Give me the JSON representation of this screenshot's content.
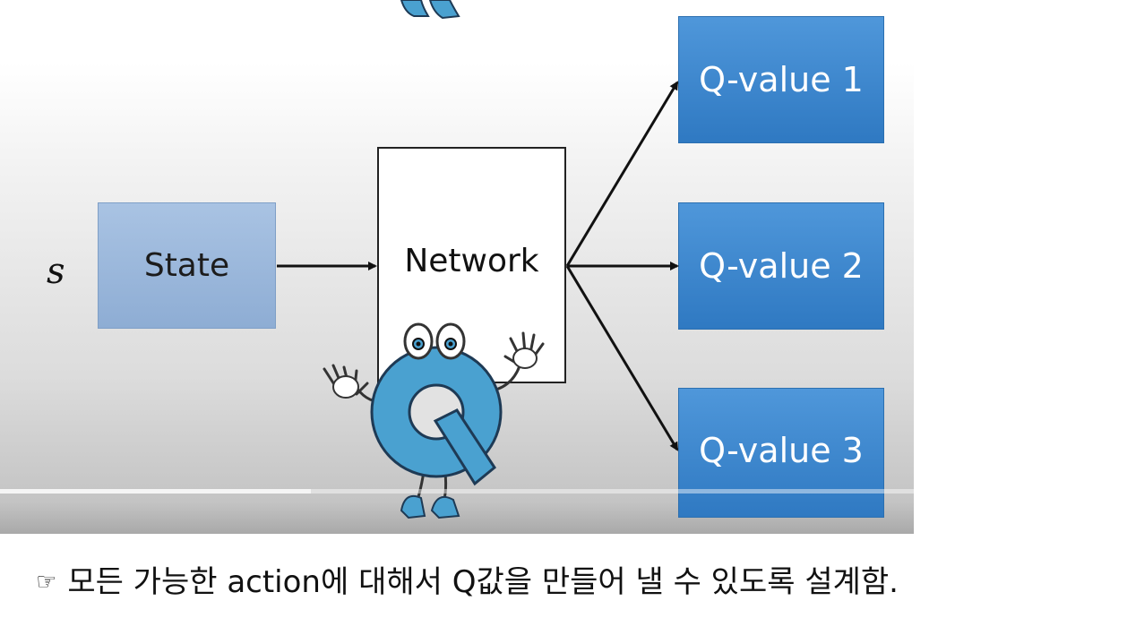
{
  "diagram": {
    "input_symbol": "s",
    "state_label": "State",
    "network_label": "Network",
    "outputs": [
      "Q-value 1",
      "Q-value 2",
      "Q-value 3"
    ]
  },
  "video": {
    "progress": 0.34
  },
  "caption": {
    "icon": "pointing-hand-icon",
    "text": "모든 가능한 action에 대해서 Q값을 만들어 낼 수 있도록 설계함."
  },
  "colors": {
    "state_fill": "#9db8dc",
    "qvalue_fill": "#3f88cf",
    "mascot_fill": "#4aa1d0"
  }
}
